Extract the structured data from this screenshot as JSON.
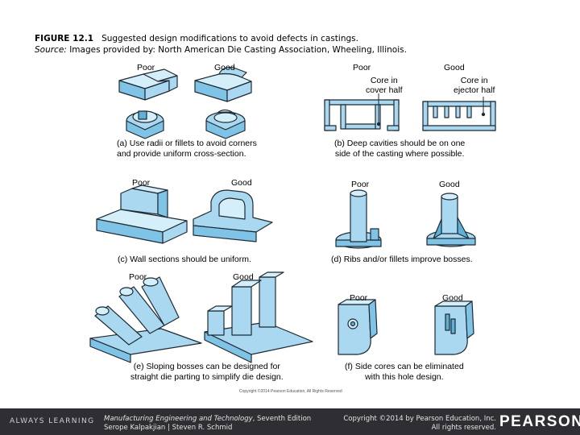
{
  "figure": {
    "label": "FIGURE 12.1",
    "title": "Suggested design modifications to avoid defects in castings.",
    "source_label": "Source:",
    "source_text": "Images provided by: North American Die Casting Association, Wheeling, Illinois."
  },
  "panels": {
    "a": {
      "poor": "Poor",
      "good": "Good",
      "caption_1": "(a) Use radii or fillets to avoid corners",
      "caption_2": "and provide uniform cross-section."
    },
    "b": {
      "poor": "Poor",
      "good": "Good",
      "note_poor_1": "Core in",
      "note_poor_2": "cover half",
      "note_good_1": "Core in",
      "note_good_2": "ejector half",
      "caption_1": "(b) Deep cavities should be on one",
      "caption_2": "side of the casting where possible."
    },
    "c": {
      "poor": "Poor",
      "good": "Good",
      "caption_1": "(c) Wall sections should be uniform."
    },
    "d": {
      "poor": "Poor",
      "good": "Good",
      "caption_1": "(d) Ribs and/or fillets improve bosses."
    },
    "e": {
      "poor": "Poor",
      "good": "Good",
      "caption_1": "(e) Sloping bosses can be designed for",
      "caption_2": "straight die parting to simplify die design."
    },
    "f": {
      "poor": "Poor",
      "good": "Good",
      "caption_1": "(f) Side cores can be eliminated",
      "caption_2": "with this hole design."
    }
  },
  "image_copyright": "Copyright ©2014 Pearson Education, All Rights Reserved",
  "footer": {
    "brand": "ALWAYS LEARNING",
    "book_title": "Manufacturing Engineering and Technology",
    "book_edition": ", Seventh Edition",
    "authors": "Serope Kalpakjian | Steven R. Schmid",
    "copyright_1": "Copyright ©2014 by Pearson Education, Inc.",
    "copyright_2": "All rights reserved.",
    "publisher": "PEARSON"
  },
  "colors": {
    "part_fill": "#a9d8f0",
    "part_light": "#d4eefa",
    "part_dark": "#5fb0d8",
    "outline": "#1f2a33",
    "footer_bg": "#2e2e33"
  }
}
